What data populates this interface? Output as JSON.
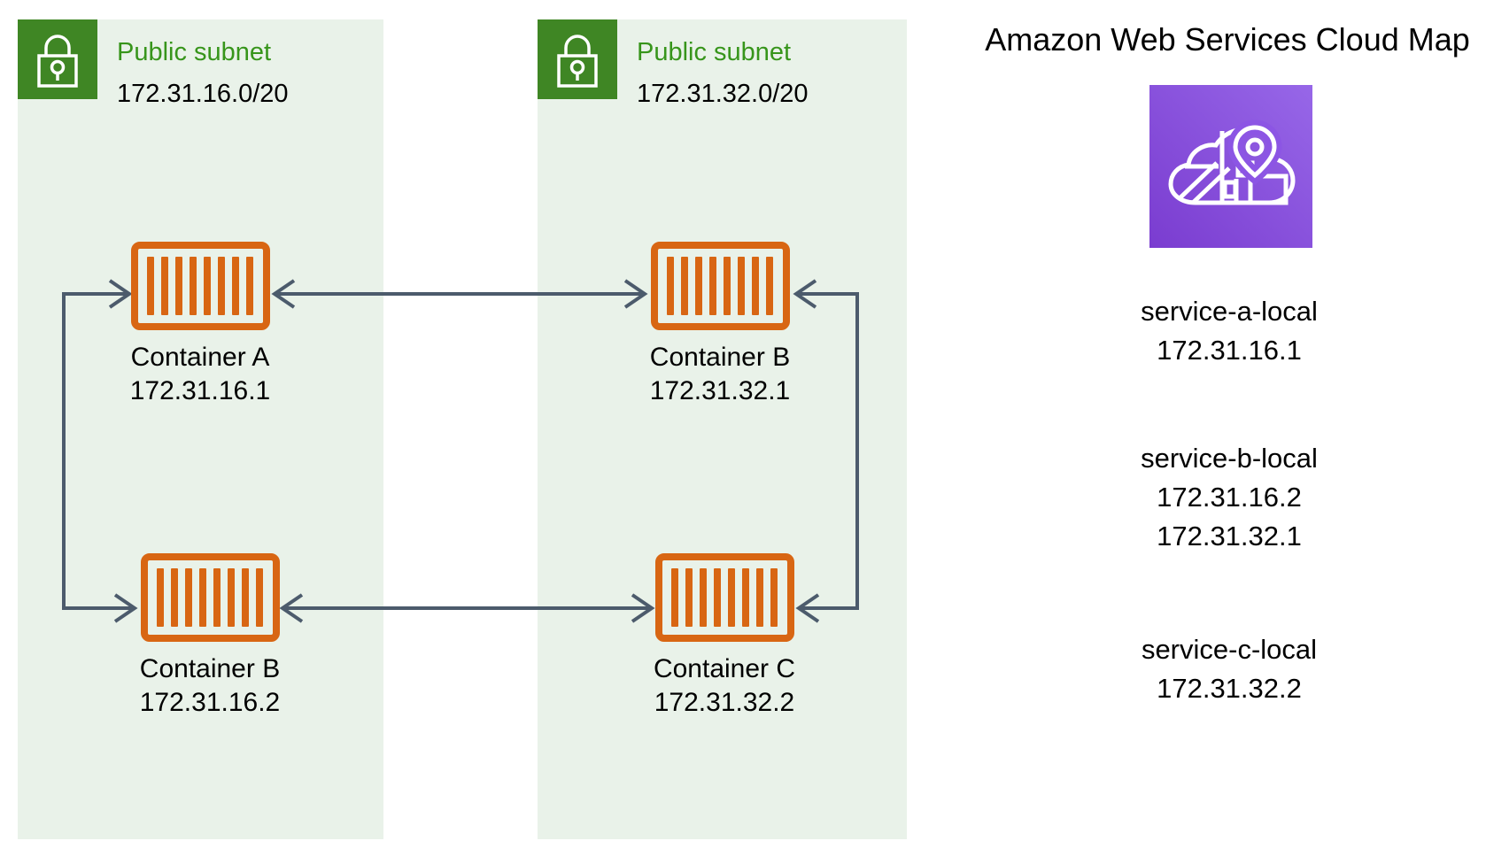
{
  "subnets": [
    {
      "label": "Public subnet",
      "cidr": "172.31.16.0/20",
      "containers": [
        {
          "name": "Container A",
          "ip": "172.31.16.1"
        },
        {
          "name": "Container B",
          "ip": "172.31.16.2"
        }
      ]
    },
    {
      "label": "Public subnet",
      "cidr": "172.31.32.0/20",
      "containers": [
        {
          "name": "Container B",
          "ip": "172.31.32.1"
        },
        {
          "name": "Container C",
          "ip": "172.31.32.2"
        }
      ]
    }
  ],
  "cloud_map": {
    "title": "Amazon Web Services Cloud Map",
    "services": [
      {
        "name": "service-a-local",
        "ips": [
          "172.31.16.1"
        ]
      },
      {
        "name": "service-b-local",
        "ips": [
          "172.31.16.2",
          "172.31.32.1"
        ]
      },
      {
        "name": "service-c-local",
        "ips": [
          "172.31.32.2"
        ]
      }
    ]
  },
  "icons": {
    "lock": "public-subnet-lock",
    "container": "ecs-container",
    "cloud_map": "aws-cloud-map"
  },
  "colors": {
    "subnet_fill": "#E9F2E9",
    "subnet_icon_green": "#3F8624",
    "subnet_label_green": "#37951B",
    "container_orange": "#D86613",
    "arrow_gray_blue": "#4C5B6C",
    "cloud_map_purple_dark": "#7A3CD0",
    "cloud_map_purple_light": "#9767E8"
  }
}
